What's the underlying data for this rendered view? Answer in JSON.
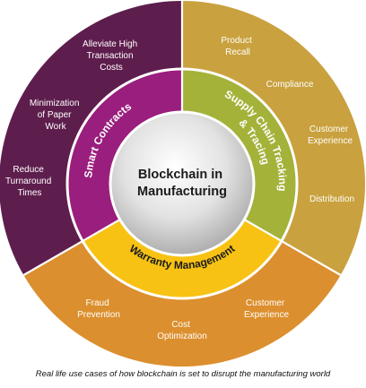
{
  "center_title": [
    "Blockchain in",
    "Manufacturing"
  ],
  "segments": [
    {
      "id": "smart-contracts",
      "label": "Smart Contracts",
      "outer_color": "#5e1e4d",
      "inner_color": "#9a1e7d",
      "text_color": "#ffffff",
      "items": [
        [
          "Alleviate High",
          "Transaction",
          "Costs"
        ],
        [
          "Minimization",
          "of Paper",
          "Work"
        ],
        [
          "Reduce",
          "Turnaround",
          "Times"
        ]
      ]
    },
    {
      "id": "supply-chain",
      "label_lines": [
        "Supply Chain Tracking",
        "& Tracing"
      ],
      "outer_color": "#c9a13e",
      "inner_color": "#a4b23a",
      "text_color": "#ffffff",
      "items": [
        [
          "Product",
          "Recall"
        ],
        [
          "Compliance"
        ],
        [
          "Customer",
          "Experience"
        ],
        [
          "Distribution"
        ]
      ]
    },
    {
      "id": "warranty",
      "label": "Warranty Management",
      "outer_color": "#dc8f2e",
      "inner_color": "#f7c213",
      "text_color": "#1b1b1b",
      "items": [
        [
          "Fraud",
          "Prevention"
        ],
        [
          "Cost",
          "Optimization"
        ],
        [
          "Customer",
          "Experience"
        ]
      ]
    }
  ],
  "caption": "Real life use cases of how blockchain is set to disrupt the manufacturing world"
}
